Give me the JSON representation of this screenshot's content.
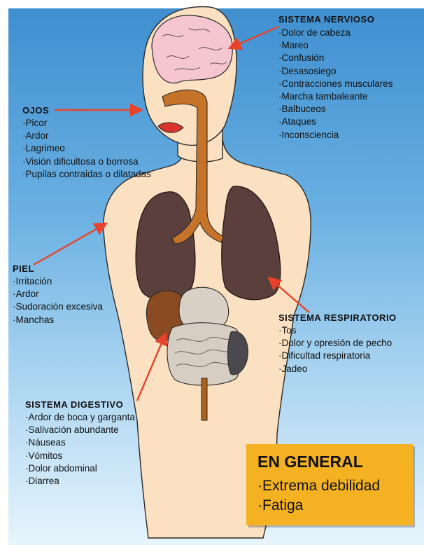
{
  "sections": {
    "nervioso": {
      "title": "SISTEMA NERVIOSO",
      "items": [
        "·Dolor de cabeza",
        "·Mareo",
        "·Confusión",
        "·Desasosiego",
        "·Contracciones musculares",
        "·Marcha tambaleante",
        "·Balbuceos",
        "·Ataques",
        "·Inconsciencia"
      ]
    },
    "ojos": {
      "title": "OJOS",
      "items": [
        "·Picor",
        "·Ardor",
        "·Lagrimeo",
        "·Visión dificultosa o borrosa",
        "·Pupilas contraidas o dilatadas"
      ]
    },
    "piel": {
      "title": "PIEL",
      "items": [
        "·Irritación",
        "·Ardor",
        "·Sudoración excesiva",
        "·Manchas"
      ]
    },
    "respiratorio": {
      "title": "SISTEMA RESPIRATORIO",
      "items": [
        "·Tos",
        "·Dolor y opresión de pecho",
        "·Dificultad respiratoria",
        "·Jadeo"
      ]
    },
    "digestivo": {
      "title": "SISTEMA DIGESTIVO",
      "items": [
        "·Ardor de boca y garganta",
        "·Salivación abundante",
        "·Náuseas",
        "·Vómitos",
        "·Dolor abdominal",
        "·Diarrea"
      ]
    }
  },
  "general": {
    "title": "EN GENERAL",
    "items": [
      "·Extrema debilidad",
      "·Fatiga"
    ]
  },
  "colors": {
    "background_top": "#3f8fd0",
    "background_bottom": "#e7f4fc",
    "skin": "#fbe1c1",
    "arrow": "#e8432a",
    "lungs": "#5a3f3c",
    "trachea": "#c57328",
    "brain": "#f5c6cf",
    "general_box": "#f4b223"
  }
}
